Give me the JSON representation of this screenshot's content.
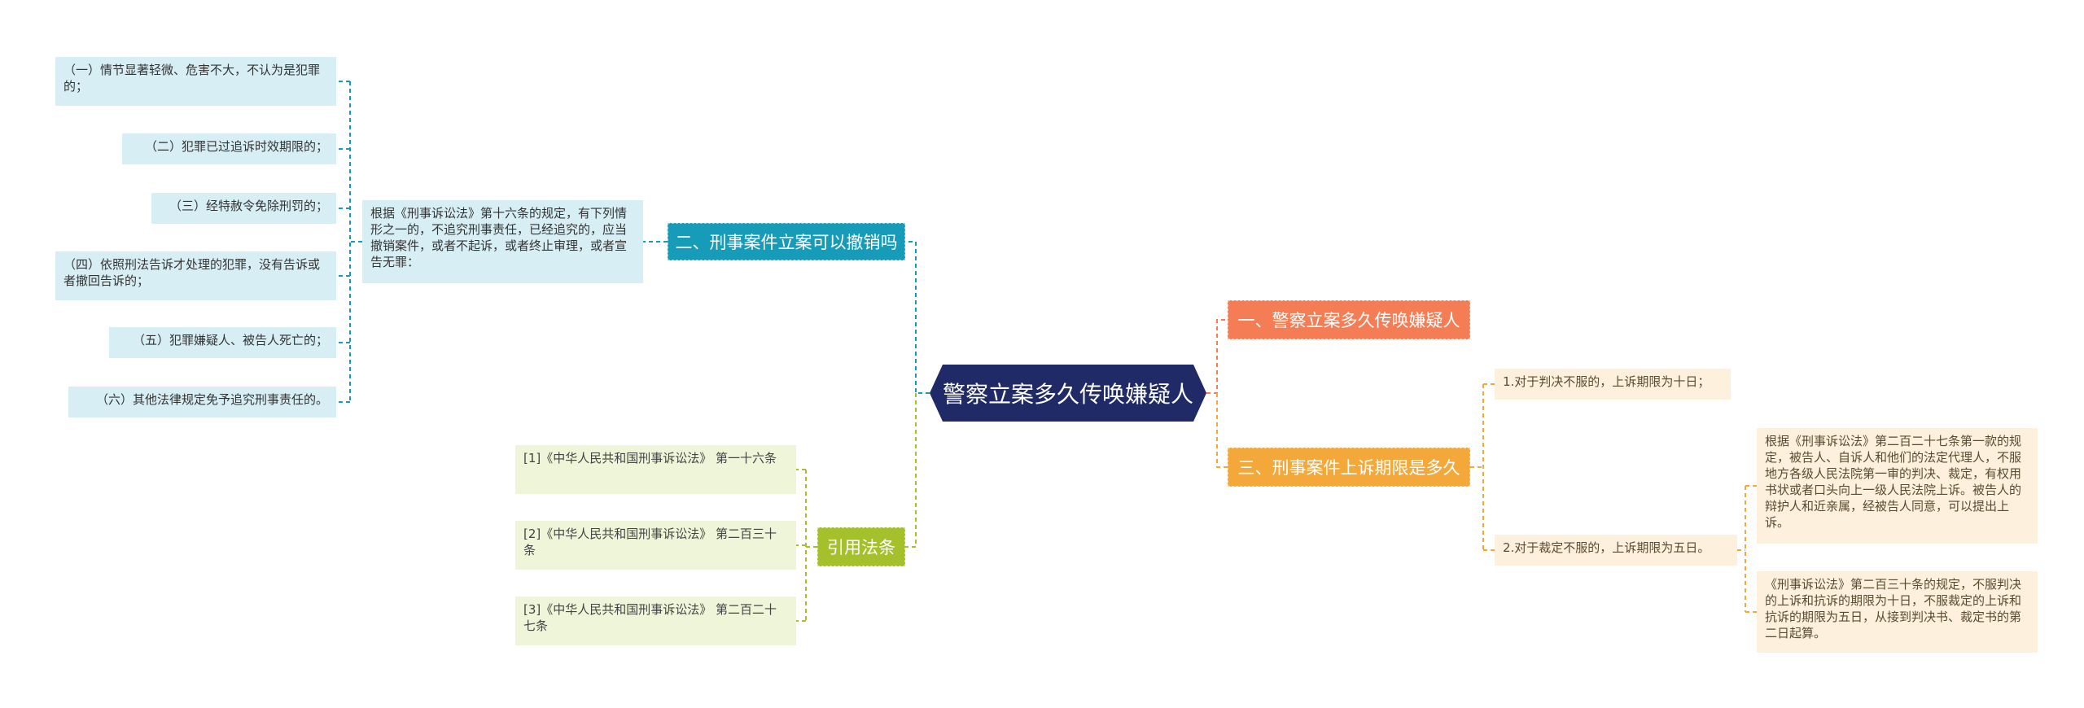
{
  "root": {
    "label": "警察立案多久传唤嫌疑人"
  },
  "branches": {
    "revoke": {
      "label": "二、刑事案件立案可以撤销吗"
    },
    "cite": {
      "label": "引用法条"
    },
    "summon": {
      "label": "一、警察立案多久传唤嫌疑人"
    },
    "appeal": {
      "label": "三、刑事案件上诉期限是多久"
    }
  },
  "revoke": {
    "intro": "根据《刑事诉讼法》第十六条的规定，有下列情形之一的，不追究刑事责任，已经追究的，应当撤销案件，或者不起诉，或者终止审理，或者宣告无罪：",
    "items": [
      "（一）情节显著轻微、危害不大，不认为是犯罪的；",
      "（二）犯罪已过追诉时效期限的；",
      "（三）经特赦令免除刑罚的；",
      "（四）依照刑法告诉才处理的犯罪，没有告诉或者撤回告诉的；",
      "（五）犯罪嫌疑人、被告人死亡的；",
      "（六）其他法律规定免予追究刑事责任的。"
    ]
  },
  "cite": {
    "items": [
      "[1]《中华人民共和国刑事诉讼法》 第一十六条",
      "[2]《中华人民共和国刑事诉讼法》 第二百三十条",
      "[3]《中华人民共和国刑事诉讼法》 第二百二十七条"
    ]
  },
  "appeal": {
    "judgment": "1.对于判决不服的，上诉期限为十日；",
    "ruling": "2.对于裁定不服的，上诉期限为五日。",
    "detail1": "根据《刑事诉讼法》第二百二十七条第一款的规定，被告人、自诉人和他们的法定代理人，不服地方各级人民法院第一审的判决、裁定，有权用书状或者口头向上一级人民法院上诉。被告人的辩护人和近亲属，经被告人同意，可以提出上诉。",
    "detail2": "《刑事诉讼法》第二百三十条的规定，不服判决的上诉和抗诉的期限为十日，不服裁定的上诉和抗诉的期限为五日，从接到判决书、裁定书的第二日起算。"
  },
  "colors": {
    "root": "#1f2a66",
    "revoke": "#169bb8",
    "cite": "#a4c02a",
    "summon": "#f47d55",
    "appeal": "#f5a83a",
    "blue_leaf": "#d8eef5",
    "green_leaf": "#eef5d8",
    "orange_leaf": "#fdf0dc"
  }
}
